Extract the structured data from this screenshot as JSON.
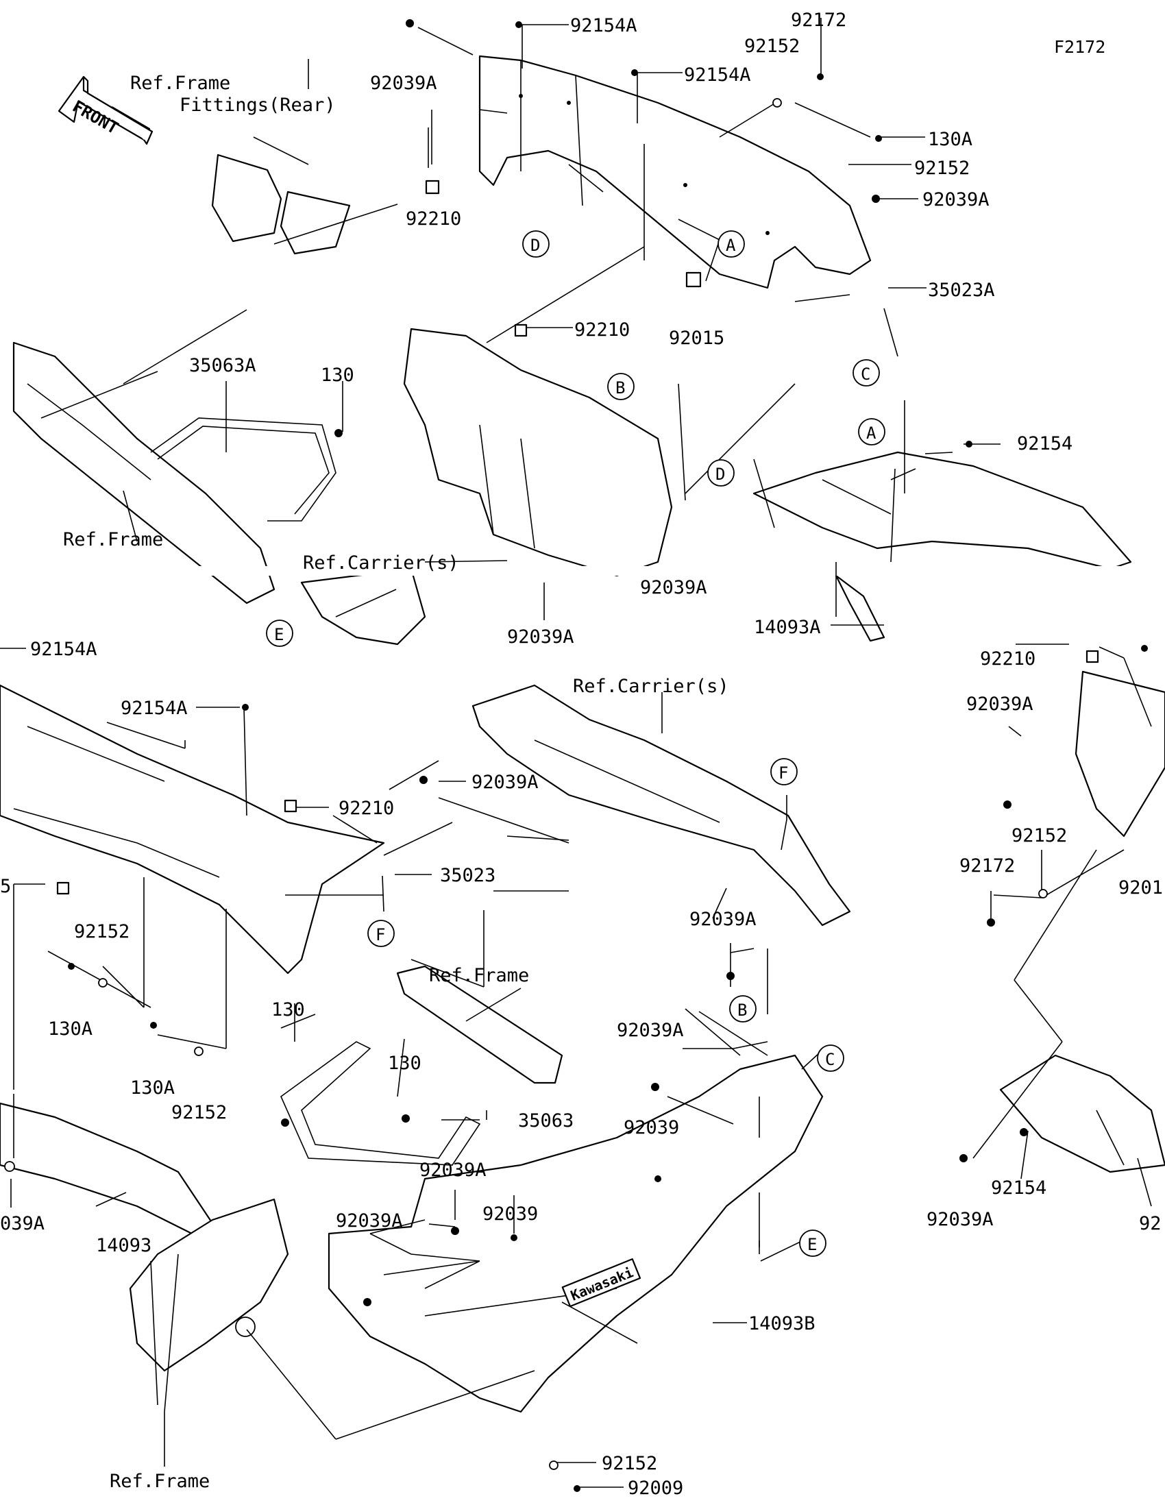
{
  "figure_id": "F2172",
  "front_arrow_text": "FRONT",
  "brand_text": "Kawasaki",
  "callouts": [
    "A",
    "B",
    "C",
    "D",
    "E",
    "F"
  ],
  "labels": {
    "p92154A_a": "92154A",
    "p92154A_b": "92154A",
    "p92039A_a": "92039A",
    "p92152_a": "92152",
    "p92172_a": "92172",
    "p130A_a": "130A",
    "p92152_b": "92152",
    "p92039A_b": "92039A",
    "p35023A": "35023A",
    "p92210_a": "92210",
    "p92015": "92015",
    "p92210_b": "92210",
    "ref_frame_fittings_1": "Ref.Frame",
    "ref_frame_fittings_2": "Fittings(Rear)",
    "p35063A": "35063A",
    "p130_a": "130",
    "ref_frame_a": "Ref.Frame",
    "ref_carrier_a": "Ref.Carrier(s)",
    "p92154": "92154",
    "p92039A_c": "92039A",
    "p92039A_d": "92039A",
    "p14093A": "14093A",
    "p92154A_c": "92154A",
    "p92154A_d": "92154A",
    "p92039A_e": "92039A",
    "p92210_c": "92210",
    "p35023": "35023",
    "p5_cut": "5",
    "p92152_c": "92152",
    "p130A_b": "130A",
    "p130A_c": "130A",
    "p92152_d": "92152",
    "p039A_cut": "039A",
    "p14093": "14093",
    "ref_carrier_b": "Ref.Carrier(s)",
    "ref_frame_b": "Ref.Frame",
    "p130_b": "130",
    "p130_c": "130",
    "p35063": "35063",
    "p92039A_f": "92039A",
    "p92039A_g": "92039A",
    "p92039_a": "92039",
    "p92039A_h": "92039A",
    "p92039A_i": "92039A",
    "p92039_b": "92039",
    "p14093B": "14093B",
    "ref_frame_c": "Ref.Frame",
    "p92152_e": "92152",
    "p92009": "92009",
    "p92210_d": "92210",
    "p92039A_j": "92039A",
    "p92152_f": "92152",
    "p92172_b": "92172",
    "p9201_cut": "9201",
    "p92154_b": "92154",
    "p92039A_k": "92039A",
    "p92_cut": "92"
  }
}
